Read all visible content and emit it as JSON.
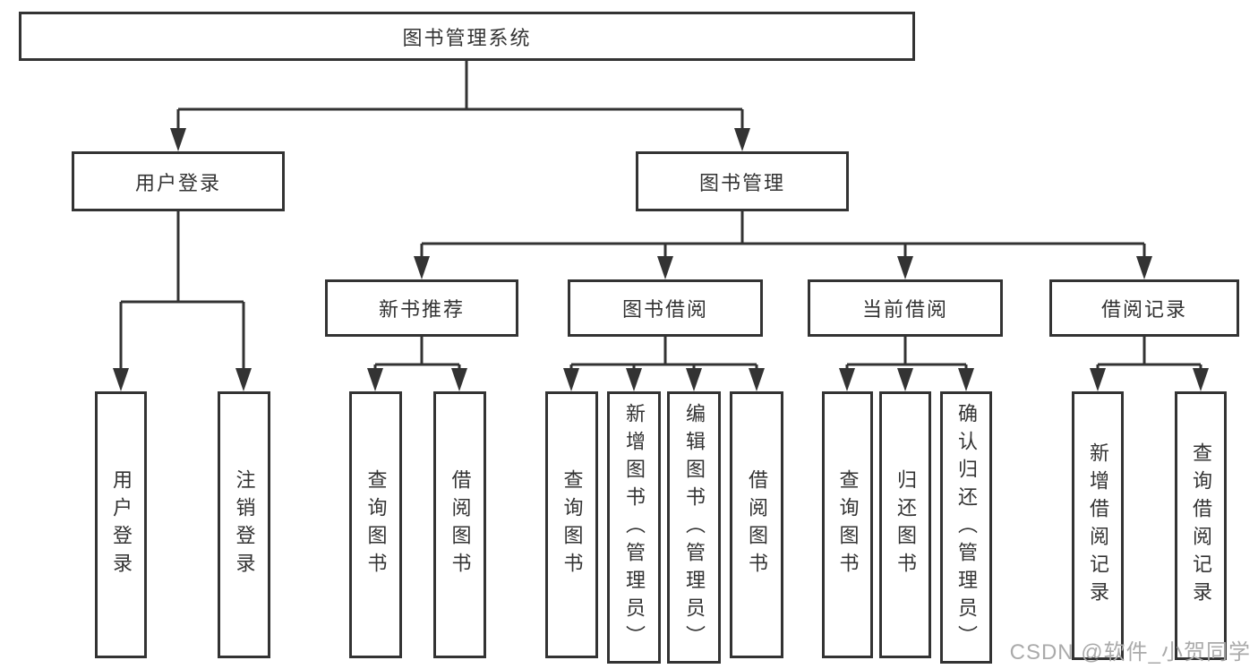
{
  "diagram": {
    "title": "图书管理系统",
    "nodes": {
      "root": {
        "label": "图书管理系统"
      },
      "user_login": {
        "label": "用户登录"
      },
      "book_mgmt": {
        "label": "图书管理"
      },
      "new_book": {
        "label": "新书推荐"
      },
      "book_borrow": {
        "label": "图书借阅"
      },
      "current_borrow": {
        "label": "当前借阅"
      },
      "borrow_records": {
        "label": "借阅记录"
      },
      "leaves": [
        {
          "label": "用户登录",
          "parent": "用户登录"
        },
        {
          "label": "注销登录",
          "parent": "用户登录"
        },
        {
          "label": "查询图书",
          "parent": "新书推荐"
        },
        {
          "label": "借阅图书",
          "parent": "新书推荐"
        },
        {
          "label": "查询图书",
          "parent": "图书借阅"
        },
        {
          "label": "新增图书（管理员）",
          "parent": "图书借阅"
        },
        {
          "label": "编辑图书（管理员）",
          "parent": "图书借阅"
        },
        {
          "label": "借阅图书",
          "parent": "图书借阅"
        },
        {
          "label": "查询图书",
          "parent": "当前借阅"
        },
        {
          "label": "归还图书",
          "parent": "当前借阅"
        },
        {
          "label": "确认归还（管理员）",
          "parent": "当前借阅"
        },
        {
          "label": "新增借阅记录",
          "parent": "借阅记录"
        },
        {
          "label": "查询借阅记录",
          "parent": "借阅记录"
        }
      ]
    },
    "colors": {
      "line": "#333333",
      "text": "#333333",
      "background": "#ffffff",
      "watermark": "#aaaaaa"
    }
  },
  "watermark": {
    "text": "CSDN @软件_小贺同学"
  }
}
